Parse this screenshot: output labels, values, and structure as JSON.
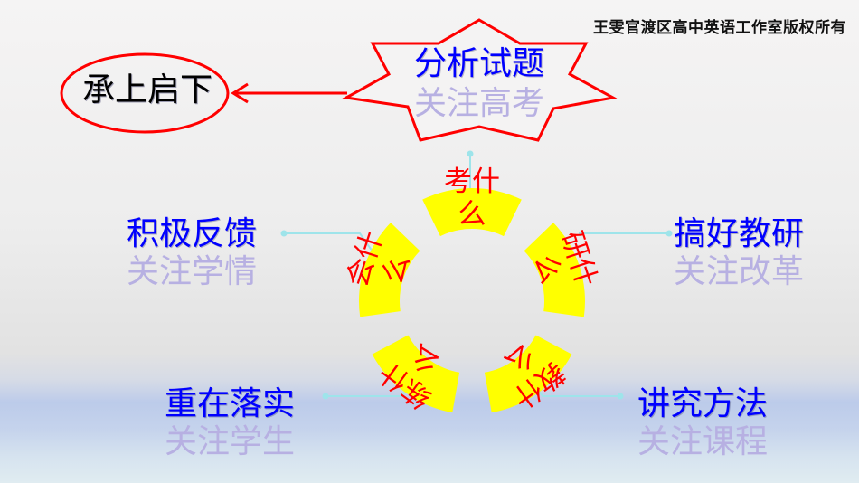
{
  "header": {
    "copyright": "王雯官渡区高中英语工作室版权所有"
  },
  "colors": {
    "main_label": "#0000ff",
    "sub_label": "#b7b0e2",
    "outline_red": "#ff0000",
    "segment_fill": "#ffff00",
    "segment_text": "#ff0000",
    "connector": "#9ee4ea"
  },
  "callout": {
    "text": "承上启下",
    "arrow_direction": "left"
  },
  "star": {
    "title": "分析试题",
    "subtitle": "关注高考"
  },
  "nodes": [
    {
      "id": "left-top",
      "title": "积极反馈",
      "subtitle": "关注学情"
    },
    {
      "id": "right-top",
      "title": "搞好教研",
      "subtitle": "关注改革"
    },
    {
      "id": "left-bottom",
      "title": "重在落实",
      "subtitle": "关注学生"
    },
    {
      "id": "right-bottom",
      "title": "讲究方法",
      "subtitle": "关注课程"
    }
  ],
  "cycle": {
    "segments": [
      {
        "line1": "考什",
        "line2": "么"
      },
      {
        "line1": "研什",
        "line2": "么"
      },
      {
        "line1": "教什",
        "line2": "么"
      },
      {
        "line1": "练什",
        "line2": "么"
      },
      {
        "line1": "会什",
        "line2": "么"
      }
    ]
  }
}
